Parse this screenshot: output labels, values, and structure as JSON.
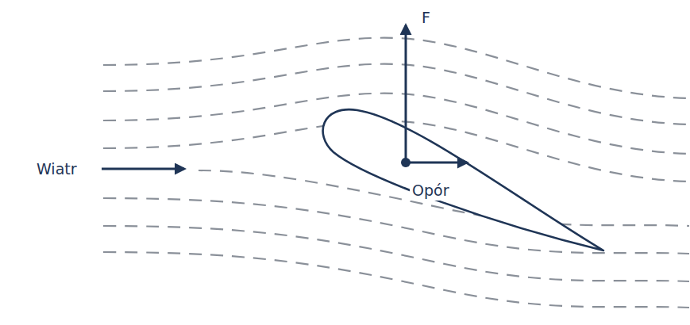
{
  "diagram": {
    "labels": [
      "Wiatr",
      "F",
      "Opór"
    ]
  }
}
